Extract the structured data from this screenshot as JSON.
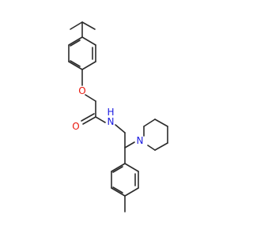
{
  "molecule": {
    "atoms": {
      "oxygen_ether": "O",
      "oxygen_carbonyl": "O",
      "nitrogen_amide": "N",
      "hydrogen_amide": "H",
      "nitrogen_piperidine": "N"
    },
    "colors": {
      "bond": "#2b2b2b",
      "oxygen": "#e8160c",
      "nitrogen": "#1a1ae0",
      "background": "#ffffff"
    }
  }
}
